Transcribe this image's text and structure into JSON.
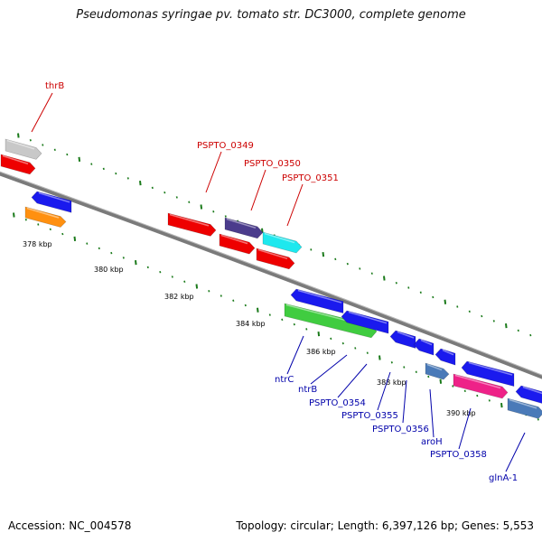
{
  "title": "Pseudomonas syringae pv. tomato str. DC3000, complete genome",
  "footer": {
    "accession": "Accession: NC_004578",
    "summary": "Topology: circular; Length: 6,397,126 bp; Genes: 5,553"
  },
  "colors": {
    "backbone": "#7a7a7a",
    "tick": "#1a7a1a",
    "forward_label": "#cc0000",
    "reverse_label": "#0000aa"
  },
  "scale_labels": [
    "378 kbp",
    "380 kbp",
    "382 kbp",
    "384 kbp",
    "386 kbp",
    "388 kbp",
    "390 kbp"
  ],
  "forward_labels": [
    "thrB",
    "PSPTO_0349",
    "PSPTO_0350",
    "PSPTO_0351"
  ],
  "reverse_labels": [
    "ntrC",
    "ntrB",
    "PSPTO_0354",
    "PSPTO_0355",
    "PSPTO_0356",
    "aroH",
    "PSPTO_0358",
    "glnA-1"
  ]
}
